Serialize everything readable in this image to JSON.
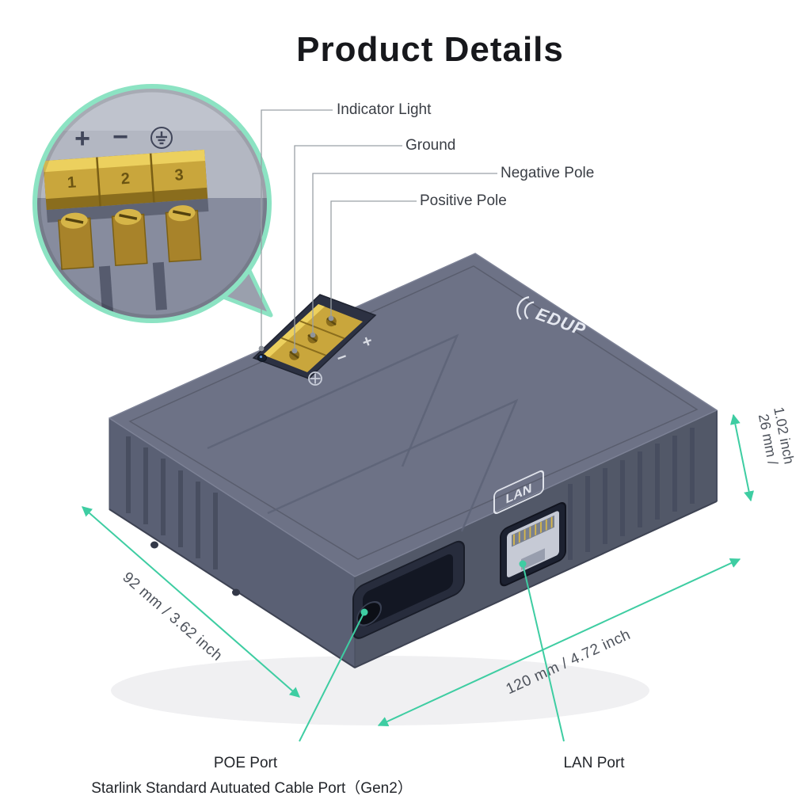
{
  "title": "Product Details",
  "callouts": [
    {
      "label": "Indicator Light"
    },
    {
      "label": "Ground"
    },
    {
      "label": "Negative Pole"
    },
    {
      "label": "Positive Pole"
    }
  ],
  "dimensions": {
    "depth": "92 mm / 3.62 inch",
    "length": "120 mm / 4.72 inch",
    "height_line1": "26 mm /",
    "height_line2": "1.02 inch"
  },
  "port_labels": {
    "poe": "POE Port",
    "poe_sub": "Starlink Standard Autuated Cable Port（Gen2）",
    "lan": "LAN Port"
  },
  "device": {
    "brand": "EDUP",
    "lan_marking": "LAN",
    "polarity_minus": "−",
    "polarity_plus": "+",
    "terminal_numbers": [
      "1",
      "2",
      "3"
    ]
  },
  "inset": {
    "plus": "+",
    "minus": "−",
    "ground_icon": "earth-ground-symbol"
  },
  "colors": {
    "accent": "#3ECDA2",
    "inset_ring": "#8CE3C3",
    "leader_line": "#9AA0A6",
    "device_top": "#6D7286",
    "device_left": "#5A6074",
    "device_right": "#525868",
    "terminal_gold": "#C9A63C",
    "text_dark": "#3A3F46"
  }
}
